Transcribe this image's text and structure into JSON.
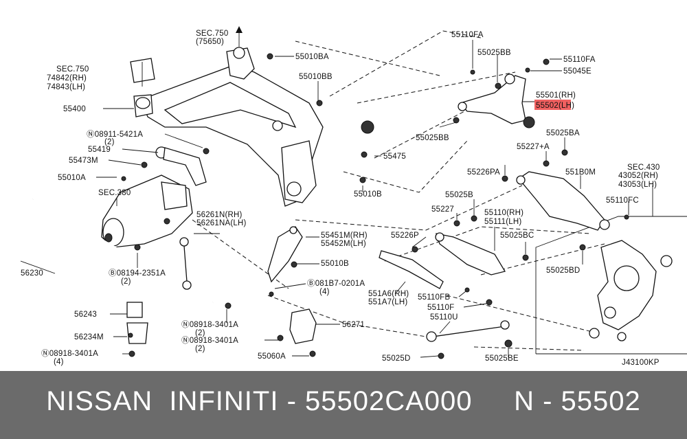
{
  "diagram": {
    "ref_code": "J43100KP",
    "highlighted_part": "55502",
    "highlight_color": "#f06060",
    "labels": {
      "sec750_top": "SEC.750",
      "sec750_top_sub": "(75650)",
      "p55010BA": "55010BA",
      "sec750_left": "SEC.750",
      "p74842": "74842(RH)",
      "p74843": "74843(LH)",
      "p55010BB": "55010BB",
      "p55400": "55400",
      "p08911": "Ⓝ08911-5421A",
      "p08911_qty": "(2)",
      "p55419": "55419",
      "p55473M": "55473M",
      "p55010A": "55010A",
      "sec380": "SEC.380",
      "p55475": "55475",
      "p55010B_top": "55010B",
      "p56261N": "56261N(RH)",
      "p56261NA": "56261NA(LH)",
      "p56230": "56230",
      "p08194": "Ⓑ08194-2351A",
      "p08194_qty": "(2)",
      "p55451M": "55451M(RH)",
      "p55452M": "55452M(LH)",
      "p55010B_mid": "55010B",
      "p081B7": "Ⓑ081B7-0201A",
      "p081B7_qty": "(4)",
      "p56243": "56243",
      "p08918a": "Ⓝ08918-3401A",
      "p08918a_qty": "(2)",
      "p56234M": "56234M",
      "p08918b": "Ⓝ08918-3401A",
      "p08918b_qty": "(2)",
      "p08918c": "Ⓝ08918-3401A",
      "p08918c_qty": "(4)",
      "p56271": "56271",
      "p55060A": "55060A",
      "p55110FA_a": "55110FA",
      "p55025BB_a": "55025BB",
      "p55110FA_b": "55110FA",
      "p55045E": "55045E",
      "p55501": "55501(RH)",
      "p55502": "55502(LH)",
      "p55025BB_b": "55025BB",
      "p55025BA": "55025BA",
      "p55227A": "55227+A",
      "p55226PA": "55226PA",
      "p551B0M": "551B0M",
      "sec430": "SEC.430",
      "p43052": "43052(RH)",
      "p43053": "43053(LH)",
      "p55025B": "55025B",
      "p55110FC": "55110FC",
      "p55227": "55227",
      "p55110": "55110(RH)",
      "p55111": "55111(LH)",
      "p55226P": "55226P",
      "p55025BC": "55025BC",
      "p55025BD": "55025BD",
      "p551A6": "551A6(RH)",
      "p551A7": "551A7(LH)",
      "p55110FB": "55110FB",
      "p55110F": "55110F",
      "p55110U": "55110U",
      "p55025D": "55025D",
      "p55025BE": "55025BE"
    }
  },
  "caption": {
    "text": "NISSAN  INFINITI - 55502CA000     N - 55502"
  }
}
